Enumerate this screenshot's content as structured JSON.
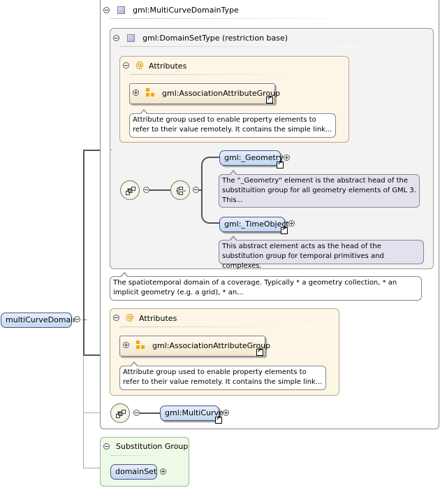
{
  "root_element": {
    "label": "multiCurveDomain"
  },
  "complex_type": {
    "label": "gml:MultiCurveDomainType"
  },
  "base_type": {
    "label": "gml:DomainSetType (restriction base)"
  },
  "inner_attributes": {
    "title": "Attributes",
    "group_label": "gml:AssociationAttributeGroup",
    "note": "Attribute group used to enable property elements to refer to their value remotely. It contains the simple link..."
  },
  "choice_elements": [
    {
      "label": "gml:_Geometry",
      "note": "The \"_Geometry\" element is the abstract head of the substituition group for all geometry elements of GML 3. This..."
    },
    {
      "label": "gml:_TimeObject",
      "note": "This abstract element acts as the head of the substitution group for temporal primitives and complexes."
    }
  ],
  "domain_note": "The spatiotemporal domain of a coverage. Typically * a geometry collection, * an implicit geometry (e.g. a grid), * an...",
  "outer_attributes": {
    "title": "Attributes",
    "group_label": "gml:AssociationAttributeGroup",
    "note": "Attribute group used to enable property elements to refer to their value remotely. It contains the simple link..."
  },
  "sequence_element": {
    "label": "gml:MultiCurve"
  },
  "substitution_group": {
    "title": "Substitution Group",
    "element_label": "domainSet"
  },
  "icons": {
    "type": "complex-type-icon",
    "attributes": "at-sign-icon",
    "attribute_group": "attribute-group-icon",
    "sequence": "sequence-compositor-icon",
    "choice": "choice-compositor-icon",
    "reference": "reference-arrow-icon"
  },
  "colors": {
    "element_fill": "#c4d6f0",
    "attributes_fill": "#fdf6e6",
    "substitution_fill": "#eefae8",
    "note_fill_purple": "#e4e1ee",
    "attribute_icon": "#f0a800"
  }
}
